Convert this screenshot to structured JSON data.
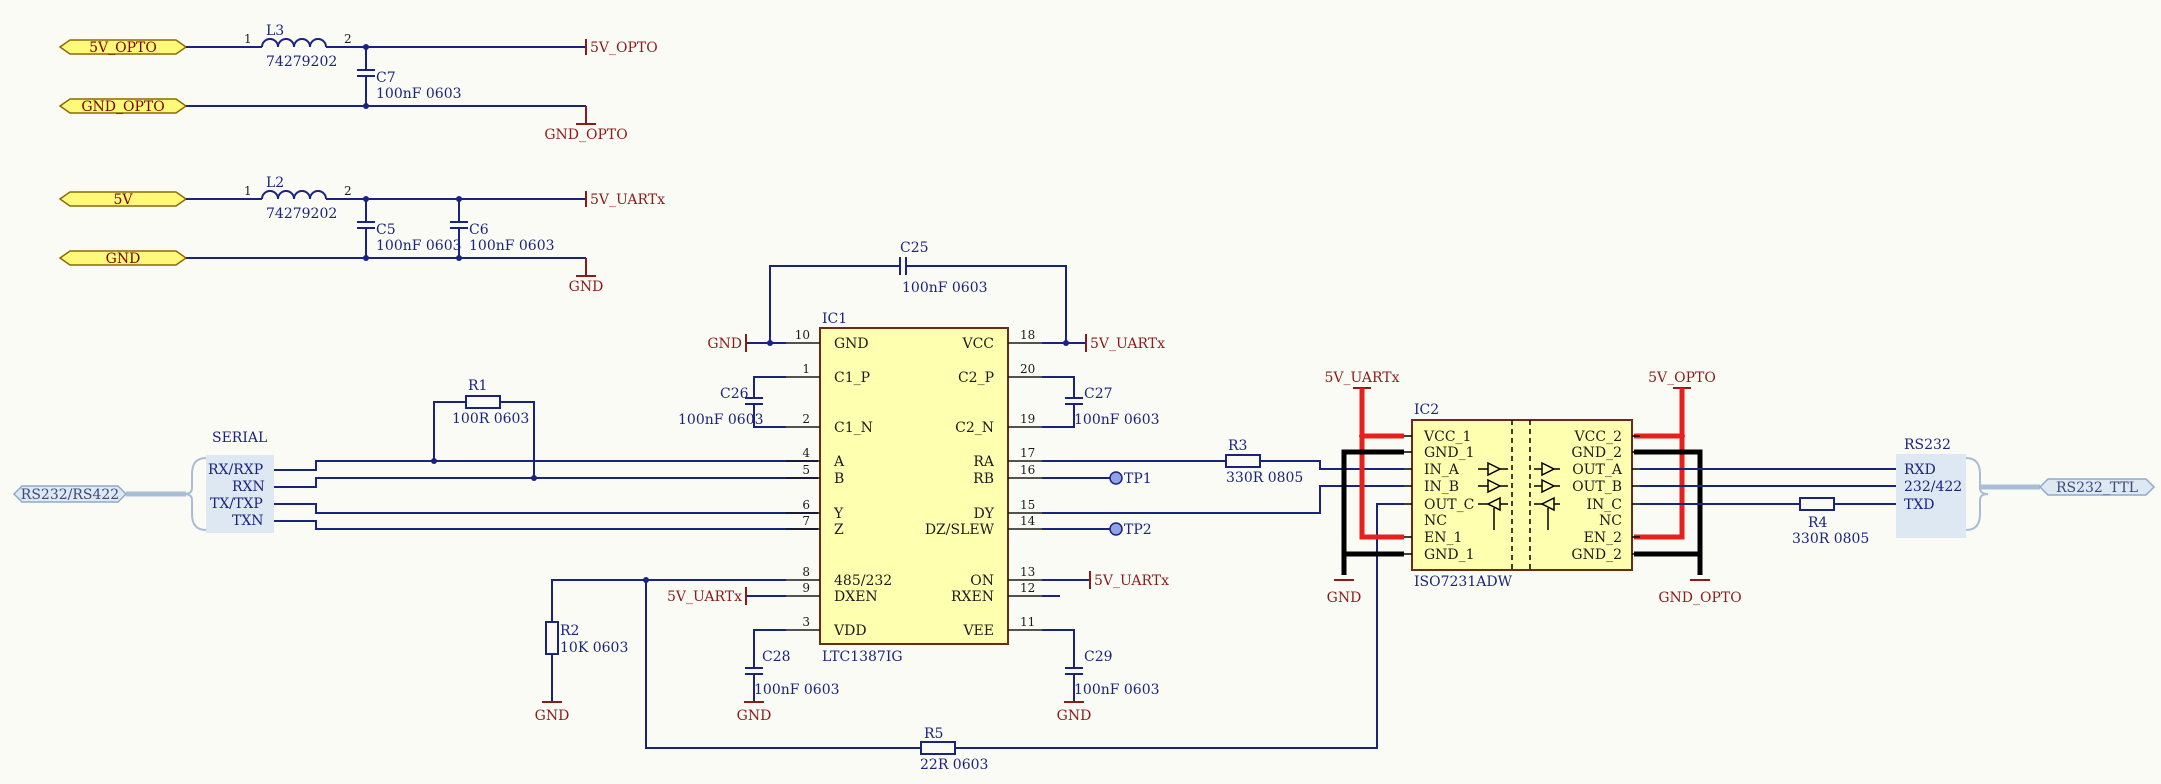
{
  "filters": [
    {
      "port": "5V_OPTO",
      "return_port": "GND_OPTO",
      "inductor": {
        "ref": "L3",
        "value": "74279202",
        "pin1": "1",
        "pin2": "2"
      },
      "caps": [
        {
          "ref": "C7",
          "value": "100nF 0603"
        }
      ],
      "out_power": "5V_OPTO",
      "out_gnd": "GND_OPTO"
    },
    {
      "port": "5V",
      "return_port": "GND",
      "inductor": {
        "ref": "L2",
        "value": "74279202",
        "pin1": "1",
        "pin2": "2"
      },
      "caps": [
        {
          "ref": "C5",
          "value": "100nF 0603"
        },
        {
          "ref": "C6",
          "value": "100nF 0603"
        }
      ],
      "out_power": "5V_UARTx",
      "out_gnd": "GND"
    }
  ],
  "ic1": {
    "ref": "IC1",
    "part": "LTC1387IG",
    "left_pins": [
      {
        "num": "10",
        "name": "GND"
      },
      {
        "num": "1",
        "name": "C1_P"
      },
      {
        "num": "2",
        "name": "C1_N"
      },
      {
        "num": "4",
        "name": "A"
      },
      {
        "num": "5",
        "name": "B"
      },
      {
        "num": "6",
        "name": "Y"
      },
      {
        "num": "7",
        "name": "Z"
      },
      {
        "num": "8",
        "name": "485/232"
      },
      {
        "num": "9",
        "name": "DXEN"
      },
      {
        "num": "3",
        "name": "VDD"
      }
    ],
    "right_pins": [
      {
        "num": "18",
        "name": "VCC"
      },
      {
        "num": "20",
        "name": "C2_P"
      },
      {
        "num": "19",
        "name": "C2_N"
      },
      {
        "num": "17",
        "name": "RA"
      },
      {
        "num": "16",
        "name": "RB"
      },
      {
        "num": "15",
        "name": "DY"
      },
      {
        "num": "14",
        "name": "DZ/SLEW"
      },
      {
        "num": "13",
        "name": "ON"
      },
      {
        "num": "12",
        "name": "RXEN"
      },
      {
        "num": "11",
        "name": "VEE"
      }
    ]
  },
  "ic2": {
    "ref": "IC2",
    "part": "ISO7231ADW",
    "left_pins": [
      "VCC_1",
      "GND_1",
      "IN_A",
      "IN_B",
      "OUT_C",
      "NC",
      "EN_1",
      "GND_1"
    ],
    "right_pins": [
      "VCC_2",
      "GND_2",
      "OUT_A",
      "OUT_B",
      "IN_C",
      "NC",
      "EN_2",
      "GND_2"
    ],
    "left_power": "5V_UARTx",
    "right_power": "5V_OPTO",
    "left_gnd": "GND",
    "right_gnd": "GND_OPTO"
  },
  "passives": {
    "c25": {
      "ref": "C25",
      "value": "100nF 0603"
    },
    "c26": {
      "ref": "C26",
      "value": "100nF 0603"
    },
    "c27": {
      "ref": "C27",
      "value": "100nF 0603"
    },
    "c28": {
      "ref": "C28",
      "value": "100nF 0603"
    },
    "c29": {
      "ref": "C29",
      "value": "100nF 0603"
    },
    "r1": {
      "ref": "R1",
      "value": "100R 0603"
    },
    "r2": {
      "ref": "R2",
      "value": "10K 0603"
    },
    "r3": {
      "ref": "R3",
      "value": "330R 0805"
    },
    "r4": {
      "ref": "R4",
      "value": "330R 0805"
    },
    "r5": {
      "ref": "R5",
      "value": "22R 0603"
    }
  },
  "nets": {
    "gnd": "GND",
    "vuart": "5V_UARTx",
    "tp1": "TP1",
    "tp2": "TP2"
  },
  "serial_bus": {
    "title": "SERIAL",
    "port": "RS232/RS422",
    "signals": [
      "RX/RXP",
      "RXN",
      "TX/TXP",
      "TXN"
    ]
  },
  "ttl_bus": {
    "title": "RS232",
    "port": "RS232_TTL",
    "signals": [
      "RXD",
      "232/422",
      "TXD"
    ]
  }
}
